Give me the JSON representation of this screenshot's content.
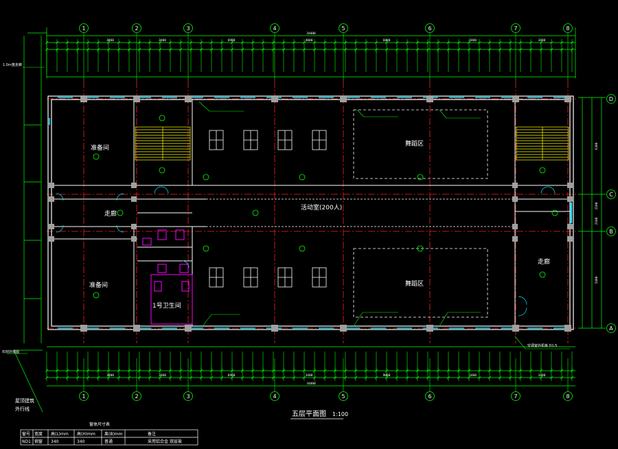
{
  "drawing": {
    "title": "五层平面图",
    "scale": "1:100"
  },
  "axes": {
    "columns": [
      "1",
      "2",
      "3",
      "4",
      "5",
      "6",
      "7",
      "8"
    ],
    "rows": [
      "D",
      "C",
      "B",
      "A"
    ]
  },
  "dimensions": {
    "total": "34000",
    "bay_top": [
      "3400",
      "3400",
      "6900",
      "4000",
      "6000",
      "3400",
      "3400"
    ],
    "bay_bottom": [
      "3900",
      "3400",
      "6900",
      "3400",
      "9000",
      "3400",
      "3400"
    ],
    "inner_right": [
      "6300",
      "2100",
      "2100",
      "5400"
    ]
  },
  "rooms": {
    "prep_top": "准备间",
    "prep_bottom": "准备间",
    "corridor_left": "走廊",
    "activity": "活动室(200人)",
    "dance_top": "舞蹈区",
    "dance_bottom": "舞蹈区",
    "corridor_right": "走廊",
    "toilet": "1号卫生间"
  },
  "annotations": {
    "left_top": "1.0m宽走廊",
    "left_bottom": "石材外墙面",
    "left_note_line1": "屋顶建筑",
    "left_note_line2": "外行线",
    "right_bottom": "空调室外机板 D1:5"
  },
  "table": {
    "title": "窗体尺寸表",
    "headers": [
      "窗号",
      "宽度",
      "高(L)mm",
      "高(H)mm",
      "离(B)mm",
      "备注"
    ],
    "rows": [
      [
        "ND1",
        "钢窗",
        "340",
        "340",
        "普通",
        "采用铝合金 双层玻"
      ]
    ]
  },
  "colors": {
    "background": "#000000",
    "wall": "#ffffff",
    "axis": "#ff2020",
    "dimension": "#00ff00",
    "window": "#00e5ff",
    "column": "#a0a0a0",
    "stair": "#ffff00",
    "toilet": "#ff00ff",
    "text": "#ffffff"
  }
}
